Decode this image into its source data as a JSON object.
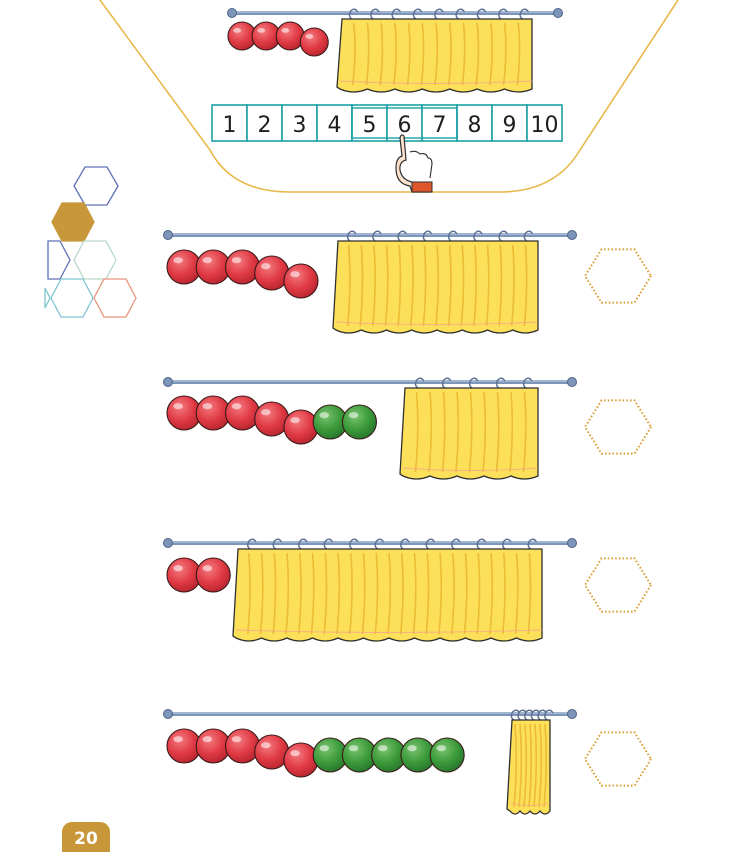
{
  "example": {
    "number_line": [
      "1",
      "2",
      "3",
      "4",
      "5",
      "6",
      "7",
      "8",
      "9",
      "10"
    ],
    "highlighted": "6",
    "visible_beads": 4
  },
  "exercises": [
    {
      "visible_red": 5,
      "visible_green": 0,
      "answer": ""
    },
    {
      "visible_red": 5,
      "visible_green": 2,
      "answer": ""
    },
    {
      "visible_red": 2,
      "visible_green": 0,
      "answer": ""
    },
    {
      "visible_red": 5,
      "visible_green": 5,
      "answer": ""
    }
  ],
  "page_number": "20",
  "colors": {
    "red_bead": "#e03a44",
    "green_bead": "#3b9a3a",
    "curtain": "#fde05a",
    "curtain_outline": "#2f2f2f",
    "rod": "#7d95b8",
    "frame": "#e8b84a",
    "number_box": "#1aa1a6",
    "answer_hex": "#d99a2b",
    "page_badge": "#c8973a"
  }
}
